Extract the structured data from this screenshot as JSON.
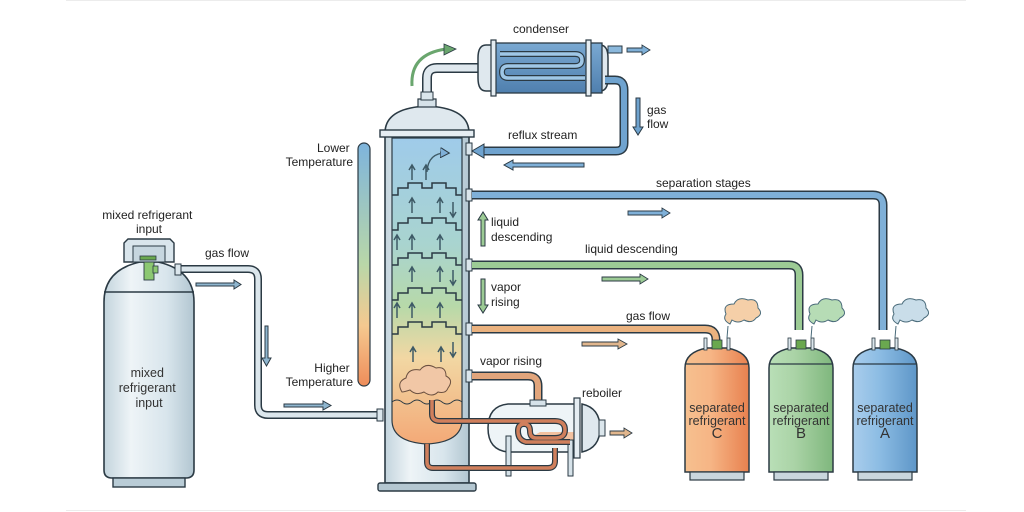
{
  "diagram": {
    "title": "Mixed refrigerant fractional distillation",
    "labels": {
      "input_top": [
        "mixed refrigerant",
        "input"
      ],
      "input_tank": [
        "mixed",
        "refrigerant",
        "input"
      ],
      "gas_flow_input": "gas flow",
      "condenser": "condenser",
      "gas_flow_condenser": [
        "gas",
        "flow"
      ],
      "reflux_stream": "reflux stream",
      "lower_temperature": [
        "Lower",
        "Temperature"
      ],
      "higher_temperature": [
        "Higher",
        "Temperature"
      ],
      "liquid_descending_column": [
        "liquid",
        "descending"
      ],
      "vapor_rising_column": [
        "vapor",
        "rising"
      ],
      "vapor_rising_reboiler": "vapor rising",
      "reboiler": "reboiler",
      "separation_stages": "separation stages",
      "liquid_descending_pipe": "liquid descending",
      "gas_flow_pipe": "gas flow"
    },
    "output_tanks": [
      {
        "id": "C",
        "label": [
          "separated",
          "refrigerant",
          "C"
        ],
        "color": "#f0a36e"
      },
      {
        "id": "B",
        "label": [
          "separated",
          "refrigerant",
          "B"
        ],
        "color": "#9fcf9d"
      },
      {
        "id": "A",
        "label": [
          "separated",
          "refrigerant",
          "A"
        ],
        "color": "#7fb1dc"
      }
    ],
    "colors": {
      "outline": "#2b3a44",
      "steel": "#d6e3ea",
      "blue_pipe": "#6fa3cf",
      "green_pipe": "#8cc28c",
      "orange_pipe": "#e8a877",
      "copper": "#c9704e",
      "arrow_dark": "#3e5a66"
    }
  }
}
